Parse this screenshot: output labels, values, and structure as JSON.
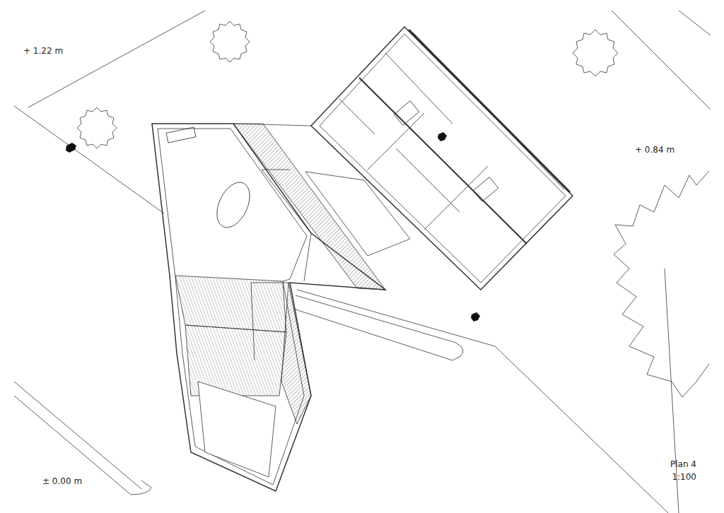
{
  "diagram": {
    "labels": [
      "+ 1.22 m",
      "+ 0.84 m",
      "± 0.00 m",
      "Plan 4",
      "1:100"
    ]
  }
}
